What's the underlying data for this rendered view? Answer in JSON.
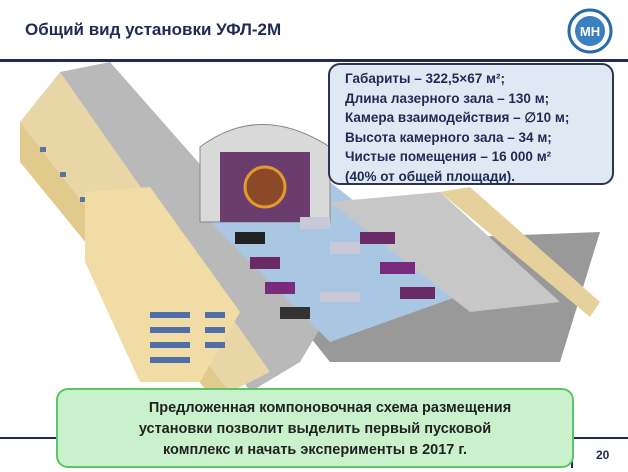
{
  "slide": {
    "title": "Общий вид установки УФЛ-2М",
    "page_number": "20",
    "logo_text": "МН",
    "colors": {
      "navy": "#1f2a55",
      "info_bg": "#dfe9f4",
      "note_bg": "#c9f2cc",
      "note_border": "#5cc466"
    }
  },
  "info_box": {
    "lines": [
      "Габариты – 322,5×67 м²;",
      "Длина лазерного зала – 130 м;",
      "Камера взаимодействия – ∅10 м;",
      "Высота камерного зала – 34 м;",
      "Чистые помещения – 16 000 м²",
      "(40% от общей площади)."
    ]
  },
  "note": {
    "lines": [
      "Предложенная компоновочная схема размещения",
      "установки позволит выделить первый пусковой",
      "комплекс и начать эксперименты в 2017 г."
    ]
  }
}
